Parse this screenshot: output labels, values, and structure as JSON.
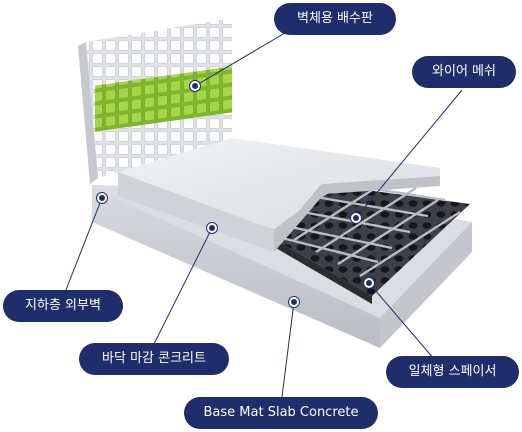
{
  "labels": {
    "drain_board": "벽체용 배수판",
    "wire_mesh": "와이어 메쉬",
    "underground_wall": "지하층 외부벽",
    "floor_concrete": "바닥 마감 콘크리트",
    "base_slab": "Base Mat Slab Concrete",
    "spacer": "일체형 스페이서"
  },
  "colors": {
    "label_bg": "#1f2d6b",
    "drain_green": "#9acd3a",
    "concrete": "#e3e6e9",
    "spacer_dark": "#3d4046"
  }
}
